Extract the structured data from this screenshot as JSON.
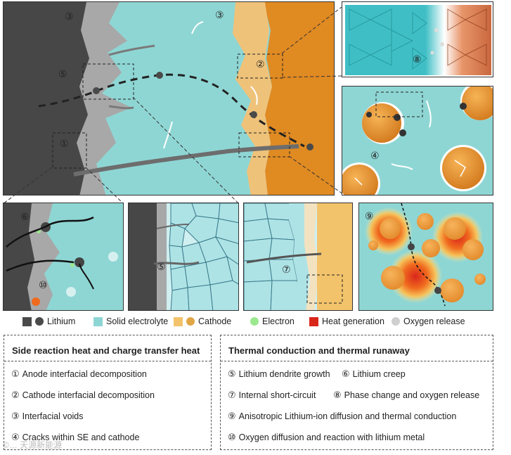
{
  "markers": [
    "①",
    "②",
    "③",
    "④",
    "⑤",
    "⑥",
    "⑦",
    "⑧",
    "⑨",
    "⑩"
  ],
  "legend": {
    "lithium": "Lithium",
    "solid_electrolyte": "Solid electrolyte",
    "cathode": "Cathode",
    "electron": "Electron",
    "heat": "Heat generation",
    "oxygen": "Oxygen release"
  },
  "colors": {
    "lithium": "#4a4a4a",
    "electrolyte": "#8ed6d4",
    "cathode_light": "#f2c36b",
    "cathode_dark": "#e08a22",
    "electron": "#9be88e",
    "heat": "#d9261b",
    "oxygen": "#cfcfcf"
  },
  "left_box": {
    "title": "Side reaction heat and charge transfer heat",
    "items": [
      {
        "marker": "①",
        "text": "Anode interfacial decomposition"
      },
      {
        "marker": "②",
        "text": "Cathode interfacial decomposition"
      },
      {
        "marker": "③",
        "text": "Interfacial voids"
      },
      {
        "marker": "④",
        "text": "Cracks within SE and cathode"
      }
    ]
  },
  "right_box": {
    "title": "Thermal conduction and thermal runaway",
    "items": [
      {
        "marker": "⑤",
        "text": "Lithium dendrite growth"
      },
      {
        "marker": "⑥",
        "text": "Lithium creep"
      },
      {
        "marker": "⑦",
        "text": "Internal short-circuit"
      },
      {
        "marker": "⑧",
        "text": "Phase change and oxygen release"
      },
      {
        "marker": "⑨",
        "text": "Anisotropic Lithium-ion diffusion and thermal conduction"
      },
      {
        "marker": "⑩",
        "text": "Oxygen diffusion and reaction with lithium metal"
      }
    ]
  },
  "watermark": "©…  天源新能源"
}
